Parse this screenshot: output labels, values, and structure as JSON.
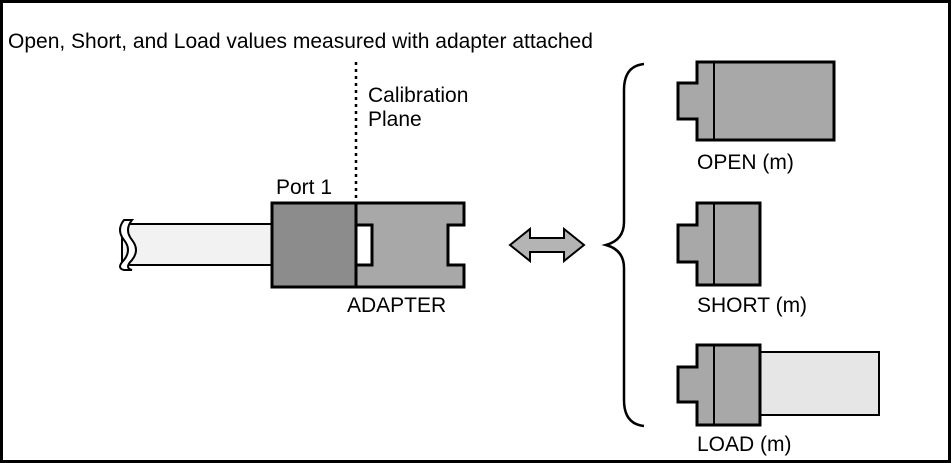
{
  "diagram": {
    "title": "Open, Short, and Load values measured with adapter attached",
    "calibration_plane_lines": [
      "Calibration",
      "Plane"
    ],
    "port_label": "Port 1",
    "adapter_label": "ADAPTER",
    "standards": [
      {
        "id": "open",
        "label": "OPEN (m)"
      },
      {
        "id": "short",
        "label": "SHORT (m)"
      },
      {
        "id": "load",
        "label": "LOAD (m)"
      }
    ],
    "colors": {
      "port_body": "#8c8c8c",
      "adapter_body": "#a8a8a8",
      "standard_body": "#a8a8a8",
      "load_body": "#e6e6e6",
      "cable": "#f2f2f2",
      "arrow": "#b4b4b4",
      "outline": "#000000"
    },
    "icons": [
      "double-arrow-icon",
      "curly-brace-icon",
      "cable-break-icon"
    ]
  }
}
